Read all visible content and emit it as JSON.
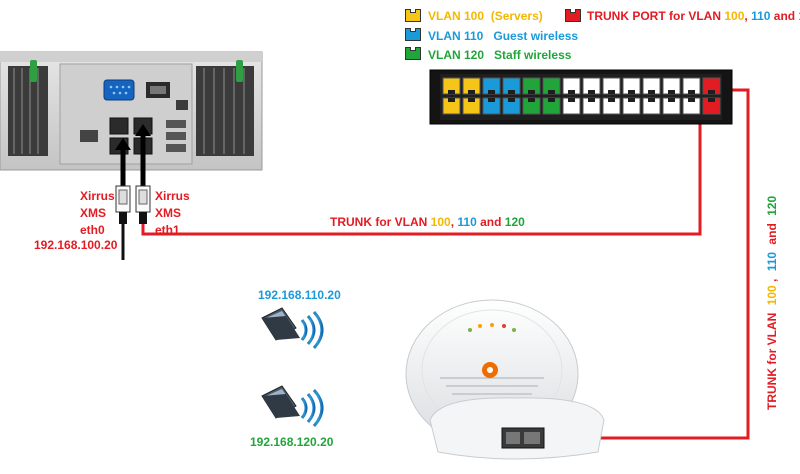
{
  "legend": {
    "items": [
      {
        "label": "VLAN 100",
        "desc": "(Servers)",
        "color": "#f5c518"
      },
      {
        "label": "VLAN 110",
        "desc": "Guest wireless",
        "color": "#1a9ad9"
      },
      {
        "label": "VLAN 120",
        "desc": "Staff wireless",
        "color": "#21a53a"
      }
    ],
    "trunk_label": "TRUNK PORT for VLAN",
    "trunk_color": "#e31b23"
  },
  "vlans": {
    "v100": "100",
    "v110": "110",
    "v120": "120",
    "sep": ",",
    "and": "and"
  },
  "trunk_text": "TRUNK for VLAN",
  "server": {
    "eth0": {
      "line1": "Xirrus",
      "line2": "XMS",
      "line3": "eth0",
      "ip": "192.168.100.20"
    },
    "eth1": {
      "line1": "Xirrus",
      "line2": "XMS",
      "line3": "eth1"
    }
  },
  "clients": [
    {
      "ip": "192.168.110.20",
      "color": "#1a9ad9"
    },
    {
      "ip": "192.168.120.20",
      "color": "#21a53a"
    }
  ],
  "switch_ports": {
    "top": [
      "yellow",
      "yellow",
      "blue",
      "blue",
      "green",
      "green",
      "white",
      "white",
      "white",
      "white",
      "white",
      "white",
      "white",
      "red"
    ],
    "bottom": [
      "yellow",
      "yellow",
      "blue",
      "blue",
      "green",
      "green",
      "white",
      "white",
      "white",
      "white",
      "white",
      "white",
      "white",
      "red"
    ]
  },
  "colors": {
    "cable": "#e31b23",
    "yellow": "#f5c518",
    "blue": "#1a9ad9",
    "green": "#21a53a",
    "red": "#e31b23",
    "white": "#ffffff"
  }
}
